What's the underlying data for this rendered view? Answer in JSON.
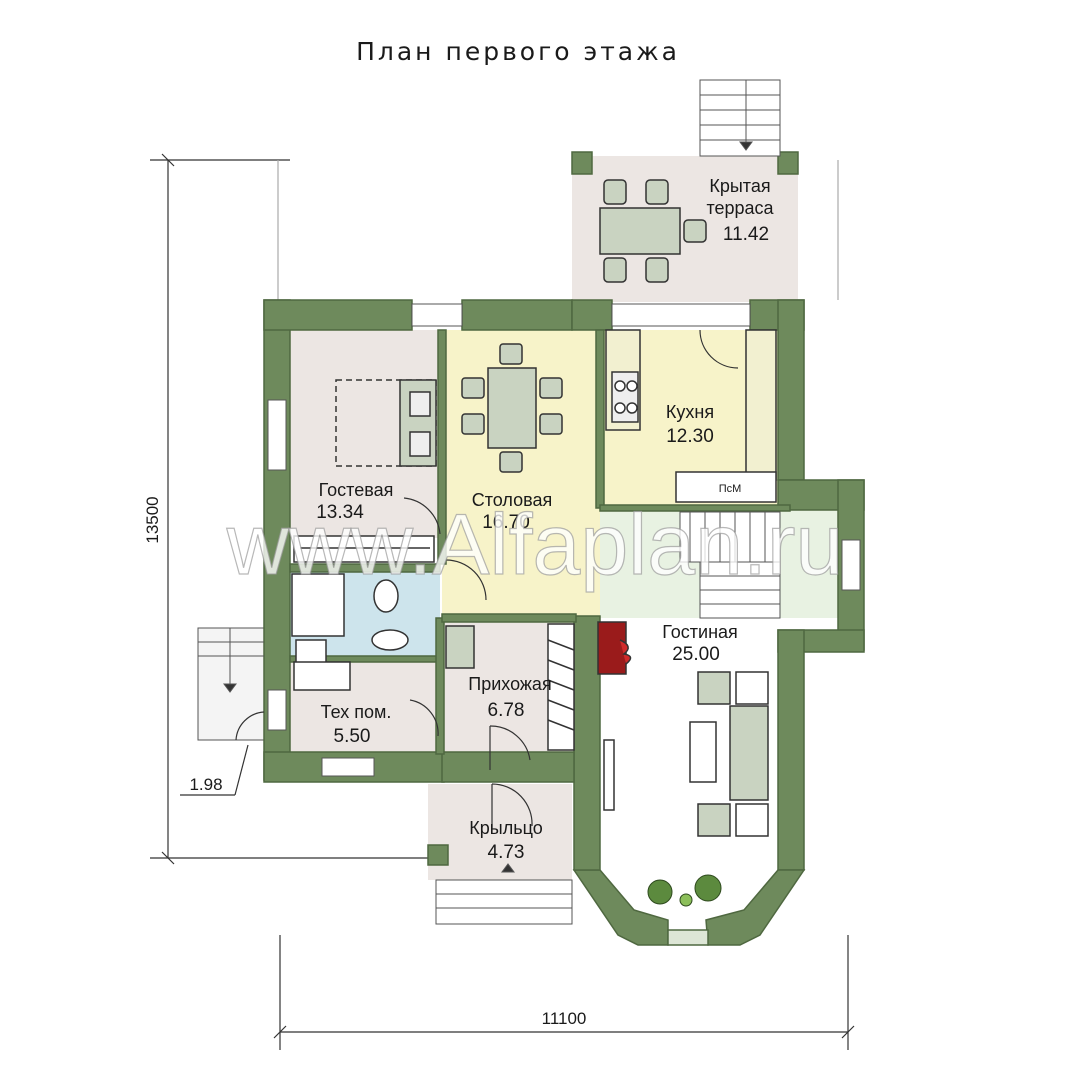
{
  "title": "План первого этажа",
  "dimensions": {
    "width": "11100",
    "height": "13500",
    "porch_step": "1.98"
  },
  "rooms": [
    {
      "id": "terrace",
      "name_line1": "Крытая",
      "name_line2": "терраса",
      "area": "11.42"
    },
    {
      "id": "guest",
      "name": "Гостевая",
      "area": "13.34"
    },
    {
      "id": "dining",
      "name": "Столовая",
      "area": "16.70"
    },
    {
      "id": "kitchen",
      "name": "Кухня",
      "area": "12.30"
    },
    {
      "id": "living",
      "name": "Гостиная",
      "area": "25.00"
    },
    {
      "id": "hall",
      "name": "Прихожая",
      "area": "6.78"
    },
    {
      "id": "tech",
      "name": "Тех пом.",
      "area": "5.50"
    },
    {
      "id": "porch",
      "name": "Крыльцо",
      "area": "4.73"
    }
  ],
  "appliance_label": "ПсМ",
  "watermark": "www.Alfaplan.ru",
  "colors": {
    "wall": "#6e8a5c",
    "wall_edge": "#4f6840",
    "guest_floor": "#ece6e3",
    "dining_floor": "#f7f3c9",
    "kitchen_floor": "#f7f3c9",
    "bath_floor": "#cde4ec",
    "tech_floor": "#ece6e3",
    "hall_floor": "#ece6e3",
    "porch_floor": "#ece6e3",
    "terrace_floor": "#ece6e3",
    "stair_floor": "#e8f2e2",
    "furniture": "#c9d3c1"
  }
}
